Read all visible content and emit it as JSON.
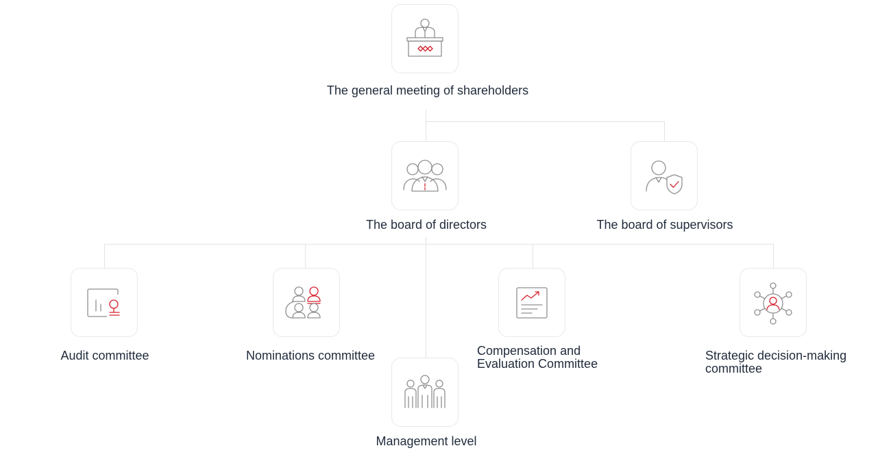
{
  "colors": {
    "accent": "#d4202b",
    "icon_gray": "#8f8f8f",
    "line_gray": "#e3e3e3",
    "box_border": "#e8e8e8",
    "text": "#1f2a3a"
  },
  "nodes": {
    "shareholders": {
      "label": "The general meeting of shareholders",
      "icon": "podium-speaker-icon"
    },
    "directors": {
      "label": "The board of directors",
      "icon": "group-of-people-icon"
    },
    "supervisors": {
      "label": "The board of supervisors",
      "icon": "person-with-shield-icon"
    },
    "audit": {
      "label": "Audit committee",
      "icon": "presentation-board-icon"
    },
    "nominations": {
      "label": "Nominations committee",
      "icon": "people-grid-icon"
    },
    "compensation": {
      "label_line1": "Compensation and",
      "label_line2": "Evaluation Committee",
      "icon": "growth-chart-document-icon"
    },
    "strategic": {
      "label_line1": "Strategic decision-making",
      "label_line2": "committee",
      "icon": "network-person-icon"
    },
    "management": {
      "label": "Management level",
      "icon": "team-icon"
    }
  }
}
